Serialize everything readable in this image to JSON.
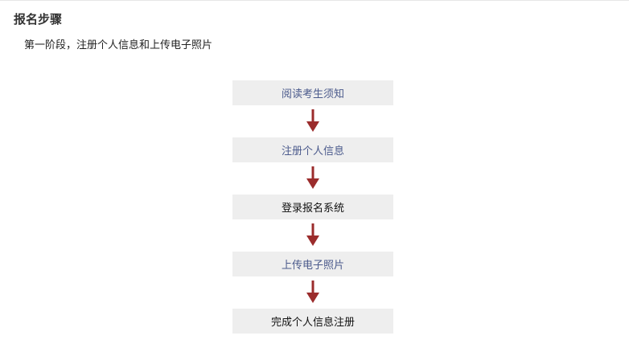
{
  "section": {
    "title": "报名步骤",
    "stage": "第一阶段，注册个人信息和上传电子照片"
  },
  "steps": [
    {
      "label": "阅读考生须知",
      "style": "link"
    },
    {
      "label": "注册个人信息",
      "style": "link"
    },
    {
      "label": "登录报名系统",
      "style": "plain"
    },
    {
      "label": "上传电子照片",
      "style": "link"
    },
    {
      "label": "完成个人信息注册",
      "style": "plain"
    }
  ],
  "colors": {
    "arrow": "#9b2c2c",
    "step_background": "#eeeeee",
    "link_text": "#4b5a8c"
  },
  "icons": {
    "arrow": "arrow-down-icon"
  }
}
